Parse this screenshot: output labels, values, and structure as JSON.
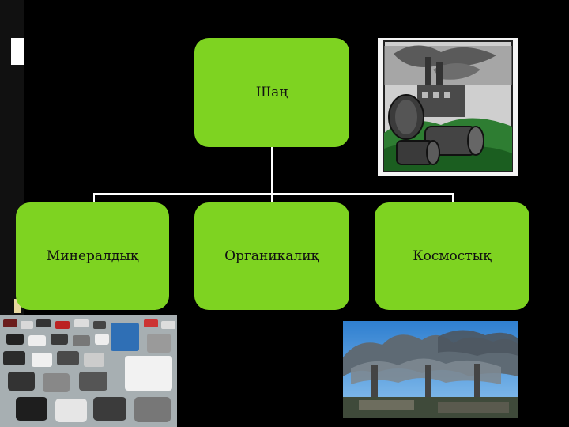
{
  "diagram": {
    "root": {
      "label": "Шаң"
    },
    "children": [
      {
        "label": "Минералдық"
      },
      {
        "label": "Органикалиқ"
      },
      {
        "label": "Космостық"
      }
    ]
  },
  "images": {
    "factory_clipart": "factory-with-barrels-illustration",
    "traffic_photo": "traffic-jam-photo",
    "smokestacks_photo": "smokestacks-photo"
  },
  "colors": {
    "node_fill": "#7ed321",
    "background": "#000000",
    "connector": "#ffffff"
  }
}
